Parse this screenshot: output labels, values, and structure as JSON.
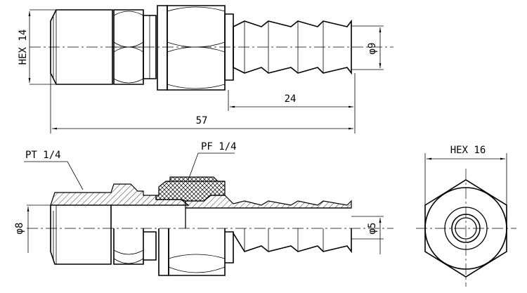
{
  "labels": {
    "hex14": "HEX 14",
    "dia9": "φ9",
    "dim24": "24",
    "dim57": "57",
    "pt14": "PT 1/4",
    "pf14": "PF 1/4",
    "dia8": "φ8",
    "dia5": "φ5",
    "hex16": "HEX 16"
  }
}
